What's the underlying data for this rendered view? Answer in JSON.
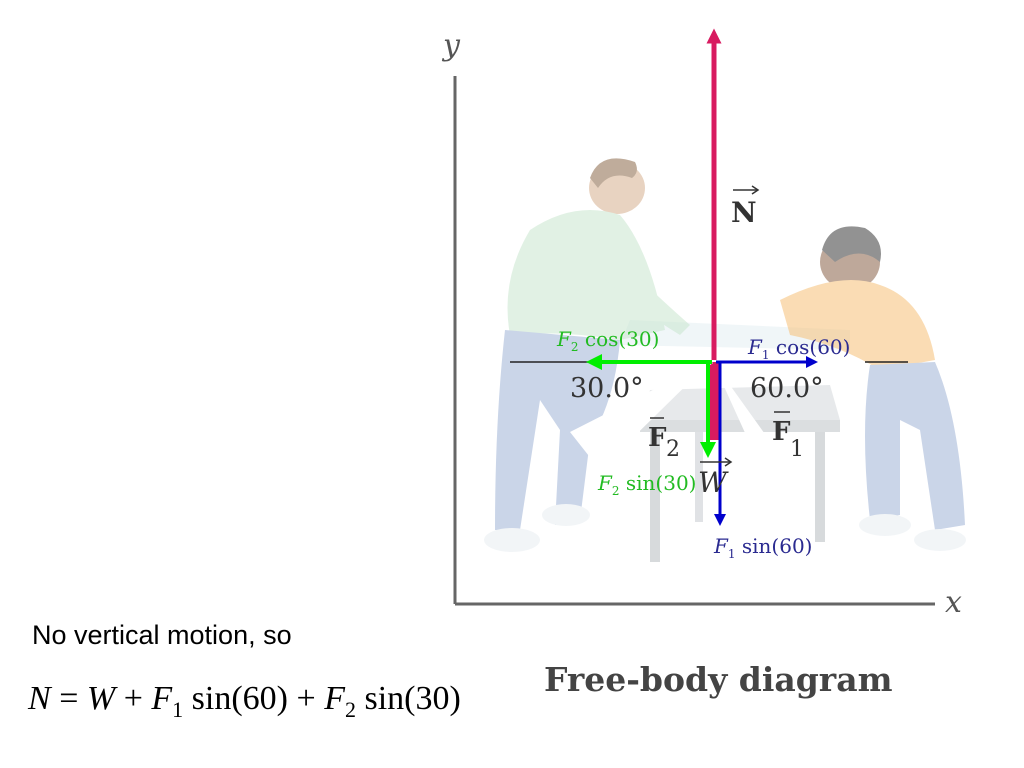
{
  "diagram": {
    "axis_y_label": "y",
    "axis_x_label": "x",
    "vectors": {
      "normal": "N",
      "weight": "W",
      "f1": "F",
      "f1_sub": "1",
      "f2": "F",
      "f2_sub": "2"
    },
    "components": {
      "f2_cos_F": "F",
      "f2_cos_sub": "2",
      "f2_cos_rest": " cos(30)",
      "f1_cos_F": "F",
      "f1_cos_sub": "1",
      "f1_cos_rest": " cos(60)",
      "f2_sin_F": "F",
      "f2_sin_sub": "2",
      "f2_sin_rest": " sin(30)",
      "f1_sin_F": "F",
      "f1_sin_sub": "1",
      "f1_sin_rest": " sin(60)"
    },
    "angles": {
      "left": "30.0°",
      "right": "60.0°"
    },
    "caption": "Free-body diagram",
    "colors": {
      "normal": "#d81b60",
      "green": "#00ee00",
      "blue": "#0000cc",
      "label_blue": "#2a2a90",
      "label_green": "#22bb22"
    }
  },
  "text": {
    "note": "No vertical motion, so",
    "eq_N": "N",
    "eq_equals": " = ",
    "eq_W": "W",
    "eq_plus1": " + ",
    "eq_F1": "F",
    "eq_F1_sub": "1",
    "eq_sin60": " sin(60)",
    "eq_plus2": " + ",
    "eq_F2": "F",
    "eq_F2_sub": "2",
    "eq_sin30": " sin(30)"
  }
}
